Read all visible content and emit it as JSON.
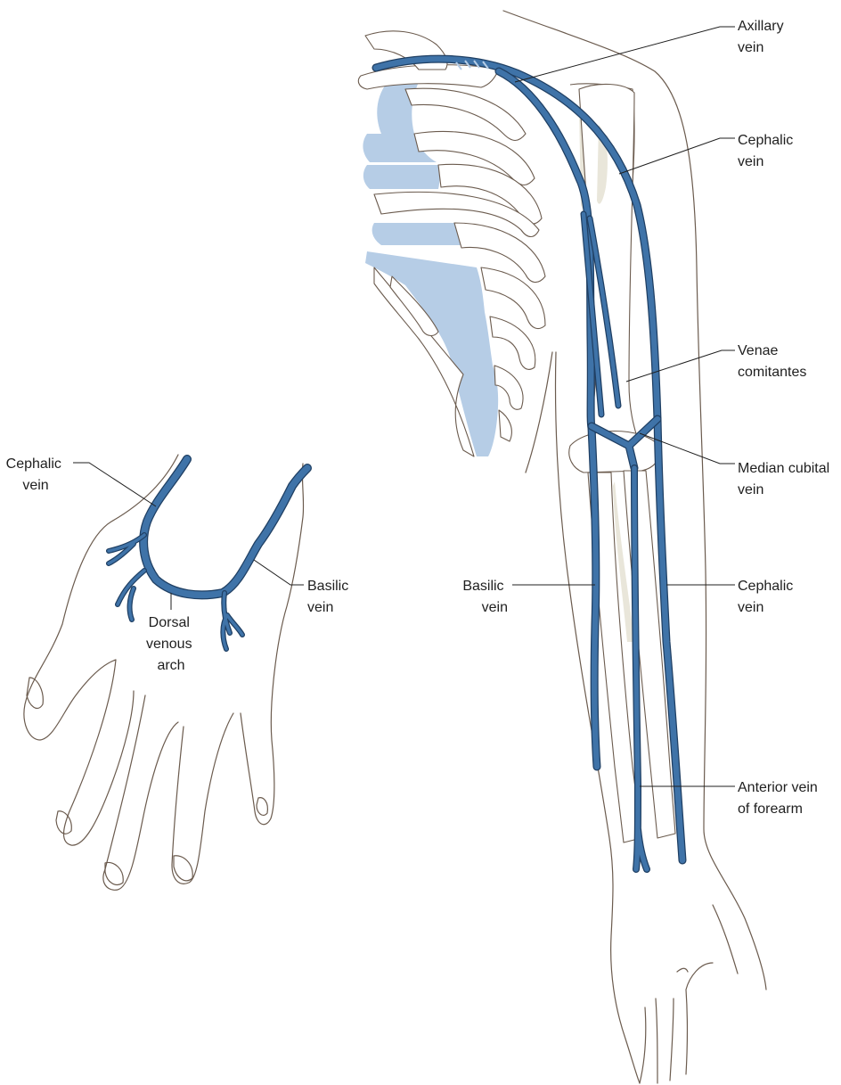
{
  "colors": {
    "vein": "#3f73a8",
    "vein_outline": "#1f3f63",
    "cartilage": "#b6cde6",
    "outline": "#6b5b4e",
    "bone_shade": "#e9e6da"
  },
  "labels": {
    "axillary": [
      "Axillary",
      "vein"
    ],
    "cephalic_upper": [
      "Cephalic",
      "vein"
    ],
    "venae_comitantes": [
      "Venae",
      "comitantes"
    ],
    "median_cubital": [
      "Median cubital",
      "vein"
    ],
    "cephalic_forearm": [
      "Cephalic",
      "vein"
    ],
    "basilic_forearm": [
      "Basilic",
      "vein"
    ],
    "anterior_vein": [
      "Anterior vein",
      "of forearm"
    ],
    "hand_cephalic": [
      "Cephalic",
      "vein"
    ],
    "hand_basilic": [
      "Basilic",
      "vein"
    ],
    "dorsal_arch": [
      "Dorsal",
      "venous",
      "arch"
    ]
  }
}
